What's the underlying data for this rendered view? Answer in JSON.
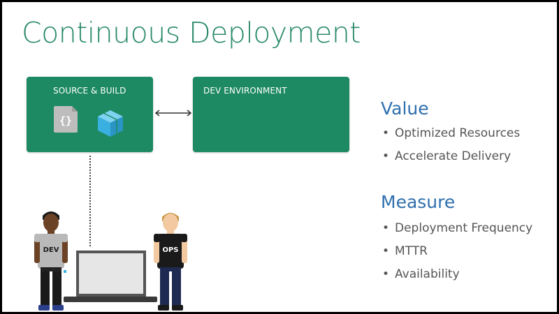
{
  "title": "Continuous Deployment",
  "diagram": {
    "source_box": {
      "label": "SOURCE & BUILD",
      "icons": [
        "code-file-icon",
        "package-cube-icon"
      ]
    },
    "dev_env_box": {
      "label": "DEV ENVIRONMENT"
    },
    "connector": "double-arrow-icon"
  },
  "people": [
    {
      "shirt": "DEV"
    },
    {
      "shirt": "OPS"
    }
  ],
  "sections": [
    {
      "heading": "Value",
      "bullets": [
        "Optimized Resources",
        "Accelerate Delivery"
      ]
    },
    {
      "heading": "Measure",
      "bullets": [
        "Deployment Frequency",
        "MTTR",
        "Availability"
      ]
    }
  ],
  "colors": {
    "title": "#2a8a6a",
    "box": "#1d8a63",
    "heading": "#2e6fae",
    "cube": "#3ab0e0"
  }
}
